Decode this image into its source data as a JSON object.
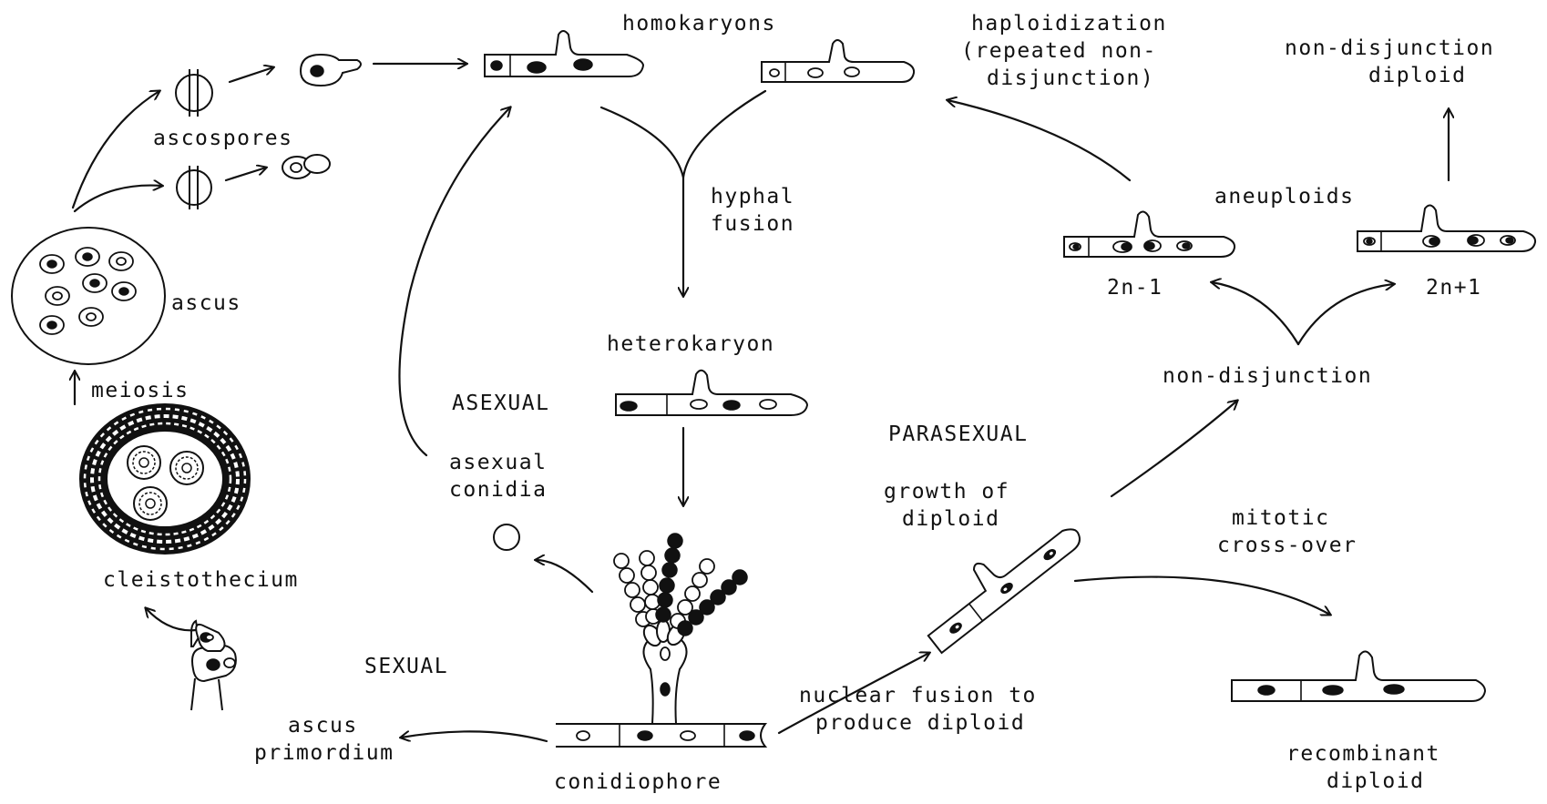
{
  "labels": {
    "homokaryons": "homokaryons",
    "haploidization_1": "haploidization",
    "haploidization_2": "(repeated non-",
    "haploidization_3": "disjunction)",
    "nondisjunction_diploid_1": "non-disjunction",
    "nondisjunction_diploid_2": "diploid",
    "ascospores": "ascospores",
    "hyphal_fusion_1": "hyphal",
    "hyphal_fusion_2": "fusion",
    "aneuploids": "aneuploids",
    "ascus": "ascus",
    "two_n_minus_1": "2n-1",
    "two_n_plus_1": "2n+1",
    "heterokaryon": "heterokaryon",
    "meiosis": "meiosis",
    "non_disjunction": "non-disjunction",
    "asexual": "ASEXUAL",
    "parasexual": "PARASEXUAL",
    "asexual_conidia_1": "asexual",
    "asexual_conidia_2": "conidia",
    "growth_of_diploid_1": "growth of",
    "growth_of_diploid_2": "diploid",
    "mitotic_crossover_1": "mitotic",
    "mitotic_crossover_2": "cross-over",
    "cleistothecium": "cleistothecium",
    "sexual": "SEXUAL",
    "nuclear_fusion_1": "nuclear fusion to",
    "nuclear_fusion_2": "produce diploid",
    "ascus_primordium_1": "ascus",
    "ascus_primordium_2": "primordium",
    "recombinant_diploid_1": "recombinant",
    "recombinant_diploid_2": "diploid",
    "conidiophore": "conidiophore"
  }
}
